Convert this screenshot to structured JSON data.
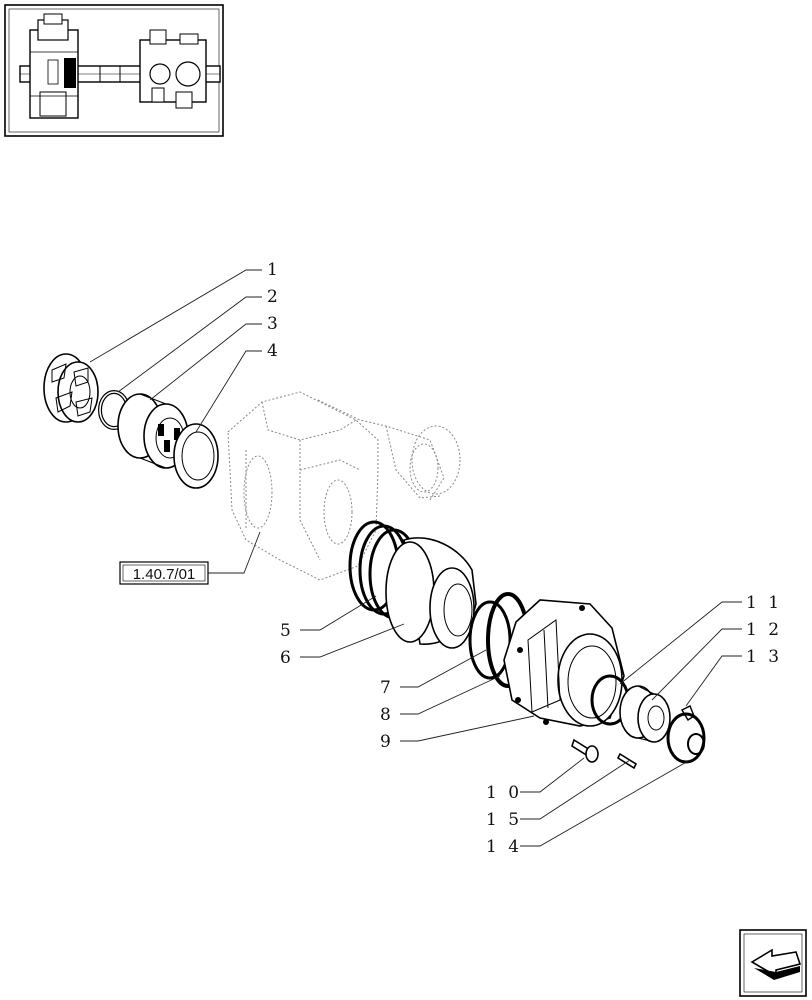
{
  "reference_label": "1.40.7/01",
  "callouts": {
    "c1": "1",
    "c2": "2",
    "c3": "3",
    "c4": "4",
    "c5": "5",
    "c6": "6",
    "c7": "7",
    "c8": "8",
    "c9": "9",
    "c10": "1 0",
    "c11": "1 1",
    "c12": "1 2",
    "c13": "1 3",
    "c14": "1 4",
    "c15": "1 5"
  },
  "icons": {
    "thumbnail": "axle-assembly-thumbnail",
    "nav": "previous-page-arrow-icon"
  }
}
